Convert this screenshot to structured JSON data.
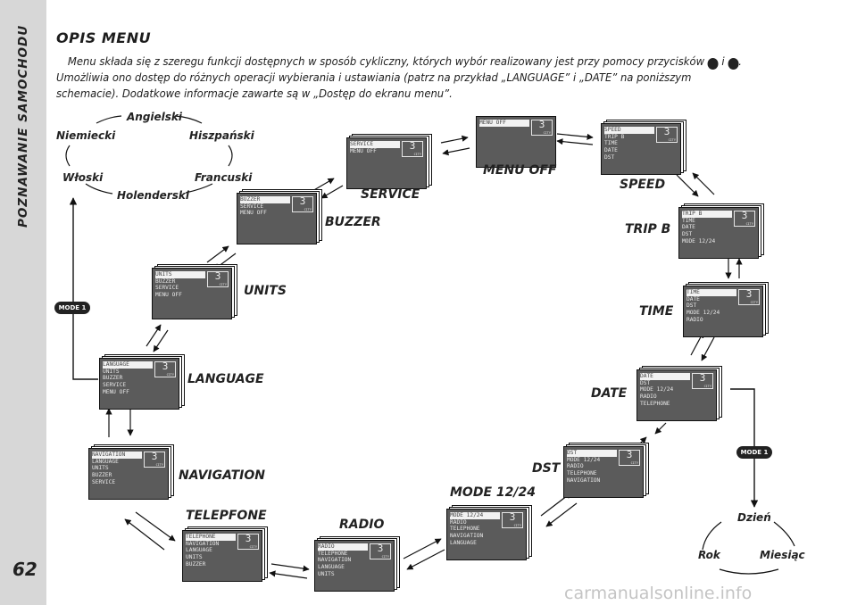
{
  "sidebar": {
    "section_title": "POZNAWANIE SAMOCHODU",
    "page_number": "62"
  },
  "header": {
    "title": "OPIS MENU",
    "intro_part1": "Menu składa się z szeregu funkcji dostępnych w sposób cykliczny, których wybór realizowany jest przy pomocy przycisków",
    "plus_icon": "+",
    "connector": "i",
    "minus_icon": "−",
    "intro_part2": ". Umożliwia ono dostęp do różnych operacji wybierania i ustawiania (patrz na przykład „LANGUAGE” i „DATE” na poniższym schemacie). Dodatkowe informacje zawarte są w „Dostęp do ekranu menu”."
  },
  "languages": [
    "Angielski",
    "Hiszpański",
    "Francuski",
    "Holenderski",
    "Włoski",
    "Niemiecki"
  ],
  "date_units": [
    "Dzień",
    "Miesiąc",
    "Rok"
  ],
  "mode_buttons": {
    "left": "MODE 1",
    "right": "MODE 1"
  },
  "screen_indicator": {
    "digit": "3",
    "caption": "CITY"
  },
  "screens": [
    {
      "label": "MENU OFF",
      "items": [
        "MENU OFF"
      ]
    },
    {
      "label": "SPEED",
      "items": [
        "SPEED",
        "TRIP B",
        "TIME",
        "DATE",
        "DST"
      ]
    },
    {
      "label": "TRIP B",
      "items": [
        "TRIP B",
        "TIME",
        "DATE",
        "DST",
        "MODE 12/24"
      ]
    },
    {
      "label": "TIME",
      "items": [
        "TIME",
        "DATE",
        "DST",
        "MODE 12/24",
        "RADIO"
      ]
    },
    {
      "label": "DATE",
      "items": [
        "DATE",
        "DST",
        "MODE 12/24",
        "RADIO",
        "TELEPHONE"
      ]
    },
    {
      "label": "DST",
      "items": [
        "DST",
        "MODE 12/24",
        "RADIO",
        "TELEPHONE",
        "NAVIGATION"
      ]
    },
    {
      "label": "MODE 12/24",
      "items": [
        "MODE 12/24",
        "RADIO",
        "TELEPHONE",
        "NAVIGATION",
        "LANGUAGE"
      ]
    },
    {
      "label": "RADIO",
      "items": [
        "RADIO",
        "TELEPHONE",
        "NAVIGATION",
        "LANGUAGE",
        "UNITS"
      ]
    },
    {
      "label": "TELEPFONE",
      "items": [
        "TELEPHONE",
        "NAVIGATION",
        "LANGUAGE",
        "UNITS",
        "BUZZER"
      ]
    },
    {
      "label": "NAVIGATION",
      "items": [
        "NAVIGATION",
        "LANGUAGE",
        "UNITS",
        "BUZZER",
        "SERVICE"
      ]
    },
    {
      "label": "LANGUAGE",
      "items": [
        "LANGUAGE",
        "UNITS",
        "BUZZER",
        "SERVICE",
        "MENU OFF"
      ]
    },
    {
      "label": "UNITS",
      "items": [
        "UNITS",
        "BUZZER",
        "SERVICE",
        "MENU OFF"
      ]
    },
    {
      "label": "BUZZER",
      "items": [
        "BUZZER",
        "SERVICE",
        "MENU OFF"
      ]
    },
    {
      "label": "SERVICE",
      "items": [
        "SERVICE",
        "MENU OFF"
      ]
    }
  ],
  "watermark": "carmanualsonline.info"
}
